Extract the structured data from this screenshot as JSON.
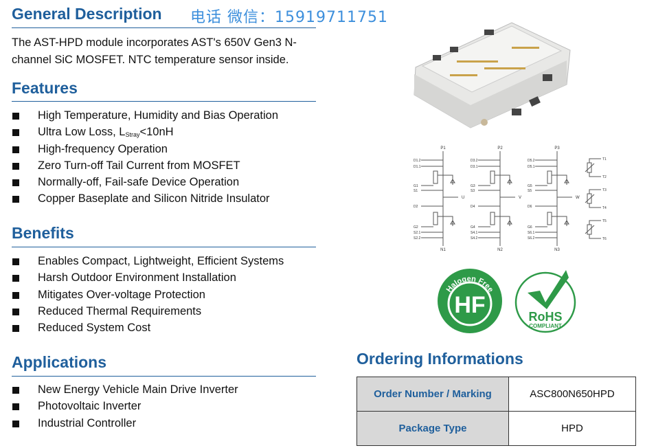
{
  "general": {
    "title": "General Description",
    "contact": "电话 微信：15919711751",
    "text": "The AST-HPD module incorporates AST's 650V Gen3 N-channel SiC MOSFET. NTC temperature sensor inside."
  },
  "features": {
    "title": "Features",
    "items": [
      "High Temperature, Humidity and Bias Operation",
      "Ultra Low Loss, L",
      "Stray",
      "<10nH",
      "High-frequency Operation",
      "Zero Turn-off Tail Current from MOSFET",
      "Normally-off, Fail-safe Device Operation",
      "Copper Baseplate and Silicon Nitride Insulator"
    ]
  },
  "benefits": {
    "title": "Benefits",
    "items": [
      "Enables Compact, Lightweight, Efficient Systems",
      "Harsh Outdoor Environment Installation",
      "Mitigates Over-voltage Protection",
      "Reduced Thermal Requirements",
      "Reduced System Cost"
    ]
  },
  "applications": {
    "title": "Applications",
    "items": [
      "New Energy Vehicle Main Drive Inverter",
      "Photovoltaic Inverter",
      "Industrial Controller"
    ]
  },
  "schematic": {
    "legs": [
      {
        "top": "P1",
        "bottom": "N1",
        "out": "U",
        "pins": [
          "D1.2",
          "D1.1",
          "G1",
          "S1",
          "D2",
          "G2",
          "S2.1",
          "S2.2"
        ]
      },
      {
        "top": "P2",
        "bottom": "N2",
        "out": "V",
        "pins": [
          "D3.2",
          "D3.1",
          "G3",
          "S3",
          "D4",
          "G4",
          "S4.1",
          "S4.2"
        ]
      },
      {
        "top": "P3",
        "bottom": "N3",
        "out": "W",
        "pins": [
          "D5.2",
          "D5.1",
          "G5",
          "S5",
          "D6",
          "G6",
          "S6.1",
          "S6.2"
        ]
      }
    ],
    "ntc": [
      [
        "T1",
        "T2"
      ],
      [
        "T3",
        "T4"
      ],
      [
        "T5",
        "T6"
      ]
    ]
  },
  "logos": {
    "hf_ring": "Halogen Free",
    "hf": "HF",
    "rohs": "RoHS",
    "rohs_sub": "COMPLIANT",
    "green": "#2e9a48"
  },
  "ordering": {
    "title": "Ordering Informations",
    "rows": [
      {
        "key": "Order Number / Marking",
        "value": "ASC800N650HPD"
      },
      {
        "key": "Package Type",
        "value": "HPD"
      }
    ]
  }
}
